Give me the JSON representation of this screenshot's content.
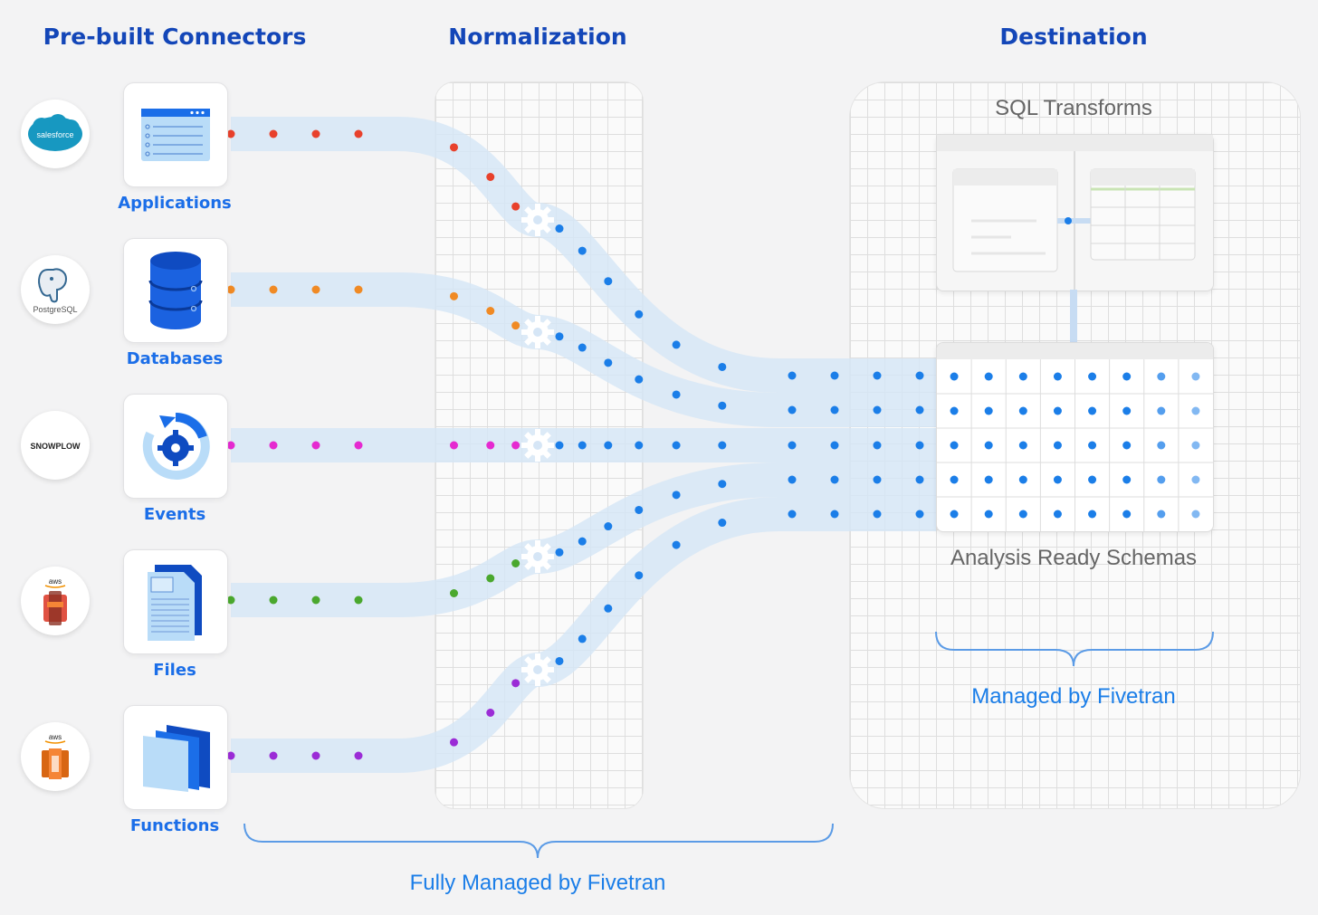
{
  "headings": {
    "connectors": "Pre-built Connectors",
    "normalization": "Normalization",
    "destination": "Destination"
  },
  "sources": [
    {
      "name": "Applications",
      "logo_text": "salesforce",
      "icon": "application-window-icon",
      "color": "#e8412c"
    },
    {
      "name": "Databases",
      "logo_text": "PostgreSQL",
      "icon": "database-stack-icon",
      "color": "#f08a24"
    },
    {
      "name": "Events",
      "logo_text": "SNOWPLOW",
      "icon": "event-cycle-gear-icon",
      "color": "#e52ad0"
    },
    {
      "name": "Files",
      "logo_text": "aws",
      "icon": "document-file-icon",
      "color": "#4aa82e"
    },
    {
      "name": "Functions",
      "logo_text": "aws",
      "icon": "layered-pages-icon",
      "color": "#9b2cd6"
    }
  ],
  "destination": {
    "sql_transforms": "SQL Transforms",
    "analysis_ready": "Analysis Ready Schemas",
    "managed_dest": "Managed  by Fivetran"
  },
  "footer": {
    "fully_managed": "Fully Managed by Fivetran"
  },
  "colors": {
    "heading": "#1346b8",
    "label": "#1b6ee8",
    "flow_dot": "#1b7ee8",
    "flow_band": "#d6e6f6"
  }
}
